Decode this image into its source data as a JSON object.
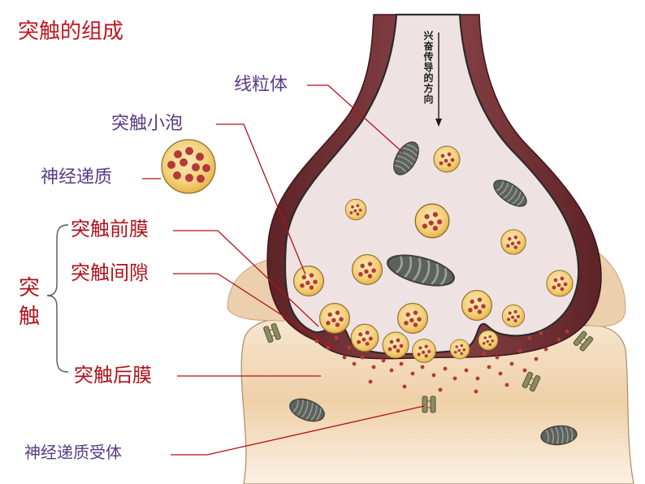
{
  "title": "突触的组成",
  "labels": {
    "mitochondrion": "线粒体",
    "synaptic_vesicle": "突触小泡",
    "neurotransmitter": "神经递质",
    "presynaptic_membrane": "突触前膜",
    "synaptic_cleft": "突触间隙",
    "postsynaptic_membrane": "突触后膜",
    "synapse": "突触",
    "receptor": "神经递质受体",
    "direction": "兴奋传导的方向"
  },
  "colors": {
    "title": "#c0141e",
    "red_label": "#b0121b",
    "purple_label": "#5a3a86",
    "axon_outer": "#6b2a2e",
    "cytoplasm": "#efe2e2",
    "postsynaptic": "#efd3b0",
    "vesicle_fill": "#f2c766",
    "neurotransmitter": "#b23a3a",
    "mitochondrion": "#6a6e69"
  }
}
